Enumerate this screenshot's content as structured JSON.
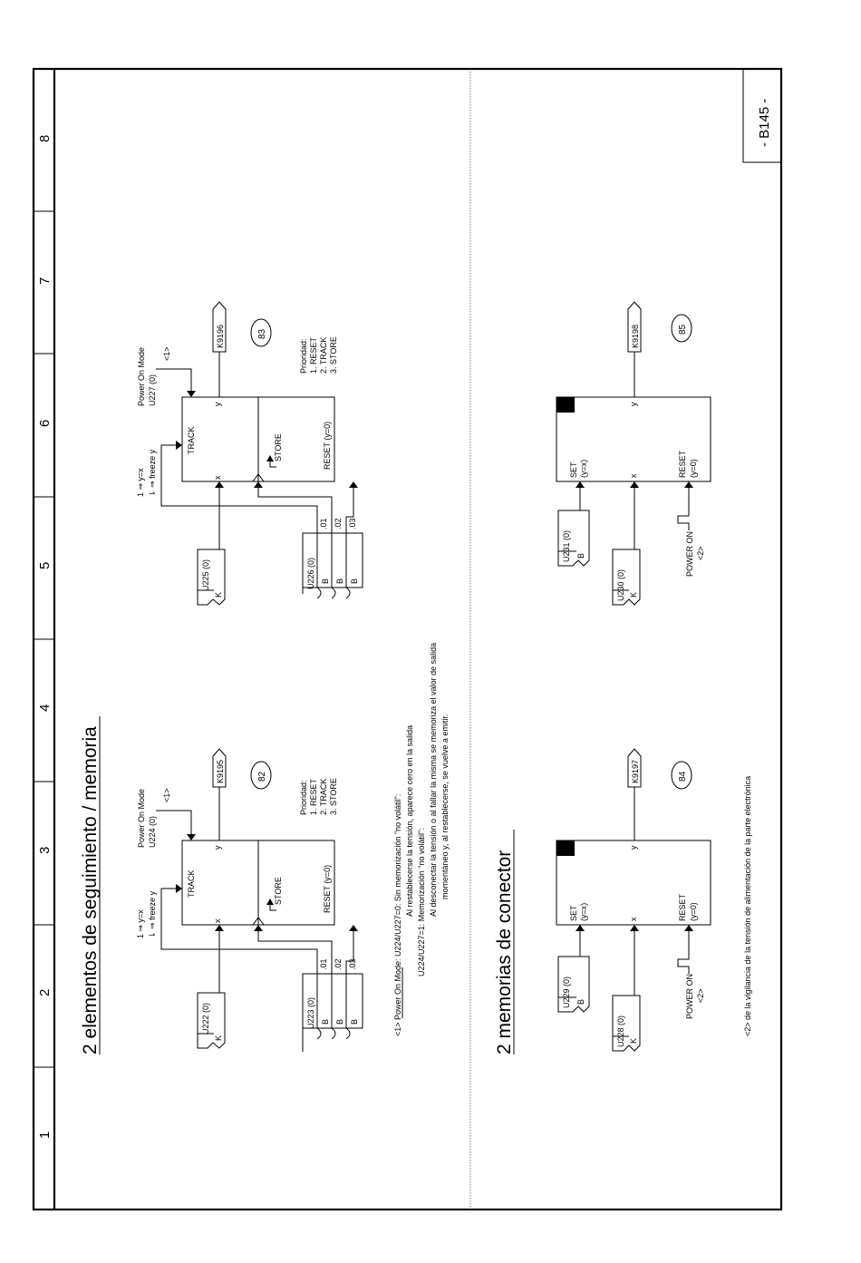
{
  "page": {
    "code": "- B145 -",
    "columns": [
      "1",
      "2",
      "3",
      "4",
      "5",
      "6",
      "7",
      "8"
    ]
  },
  "section1": {
    "title": "2 elementos de seguimiento / memoria",
    "blocks": [
      {
        "power_on": [
          "Power On Mode",
          "U224 (0)",
          "<1>"
        ],
        "mode_lines": [
          "1 ⇒ y=x",
          "⇂ ⇒ freeze y"
        ],
        "input_x": [
          "U222 (0)",
          "K"
        ],
        "control": {
          "param": "U223 (0)",
          "b": [
            "B",
            "B",
            "B"
          ],
          "idx": [
            ".01",
            ".02",
            ".03"
          ]
        },
        "labels": {
          "track": "TRACK",
          "store": "STORE",
          "reset": "RESET (y=0)",
          "x": "x",
          "y": "y"
        },
        "output": "K9195",
        "node": "82",
        "priority": [
          "Prioridad:",
          "1. RESET",
          "2. TRACK",
          "3. STORE"
        ]
      },
      {
        "power_on": [
          "Power On Mode",
          "U227 (0)",
          "<1>"
        ],
        "mode_lines": [
          "1 ⇒ y=x",
          "⇂ ⇒ freeze y"
        ],
        "input_x": [
          "U225 (0)",
          "K"
        ],
        "control": {
          "param": "U226 (0)",
          "b": [
            "B",
            "B",
            "B"
          ],
          "idx": [
            ".01",
            ".02",
            ".03"
          ]
        },
        "labels": {
          "track": "TRACK",
          "store": "STORE",
          "reset": "RESET (y=0)",
          "x": "x",
          "y": "y"
        },
        "output": "K9196",
        "node": "83",
        "priority": [
          "Prioridad:",
          "1. RESET",
          "2. TRACK",
          "3. STORE"
        ]
      }
    ],
    "note": [
      "<1>  Power On Mode:   U224/U227=0:  Sin memorización \"no volátil\":",
      "Al restablecerse la tensión, aparece cero en la salida",
      "U224/U227=1:  Memorización \"no volátil\":",
      "Al desconectar la tensión o al fallar la misma se memoriza el valor de salida",
      "momentáneo y, al restablecerse, se vuelve a emitir."
    ]
  },
  "section2": {
    "title": "2 memorias de conector",
    "blocks": [
      {
        "set_param": [
          "U229 (0)",
          "B"
        ],
        "input_x": [
          "U228 (0)",
          "K"
        ],
        "labels": {
          "set": "SET",
          "set_sub": "(y=x)",
          "reset": "RESET",
          "reset_sub": "(y=0)",
          "x": "x",
          "y": "y"
        },
        "power_on": [
          "POWER ON",
          "<2>"
        ],
        "output": "K9197",
        "node": "84"
      },
      {
        "set_param": [
          "U231 (0)",
          "B"
        ],
        "input_x": [
          "U230 (0)",
          "K"
        ],
        "labels": {
          "set": "SET",
          "set_sub": "(y=x)",
          "reset": "RESET",
          "reset_sub": "(y=0)",
          "x": "x",
          "y": "y"
        },
        "power_on": [
          "POWER ON",
          "<2>"
        ],
        "output": "K9198",
        "node": "85"
      }
    ],
    "footnote": "<2>  de la vigilancia de la tensión de alimentación de la parte electrónica"
  }
}
